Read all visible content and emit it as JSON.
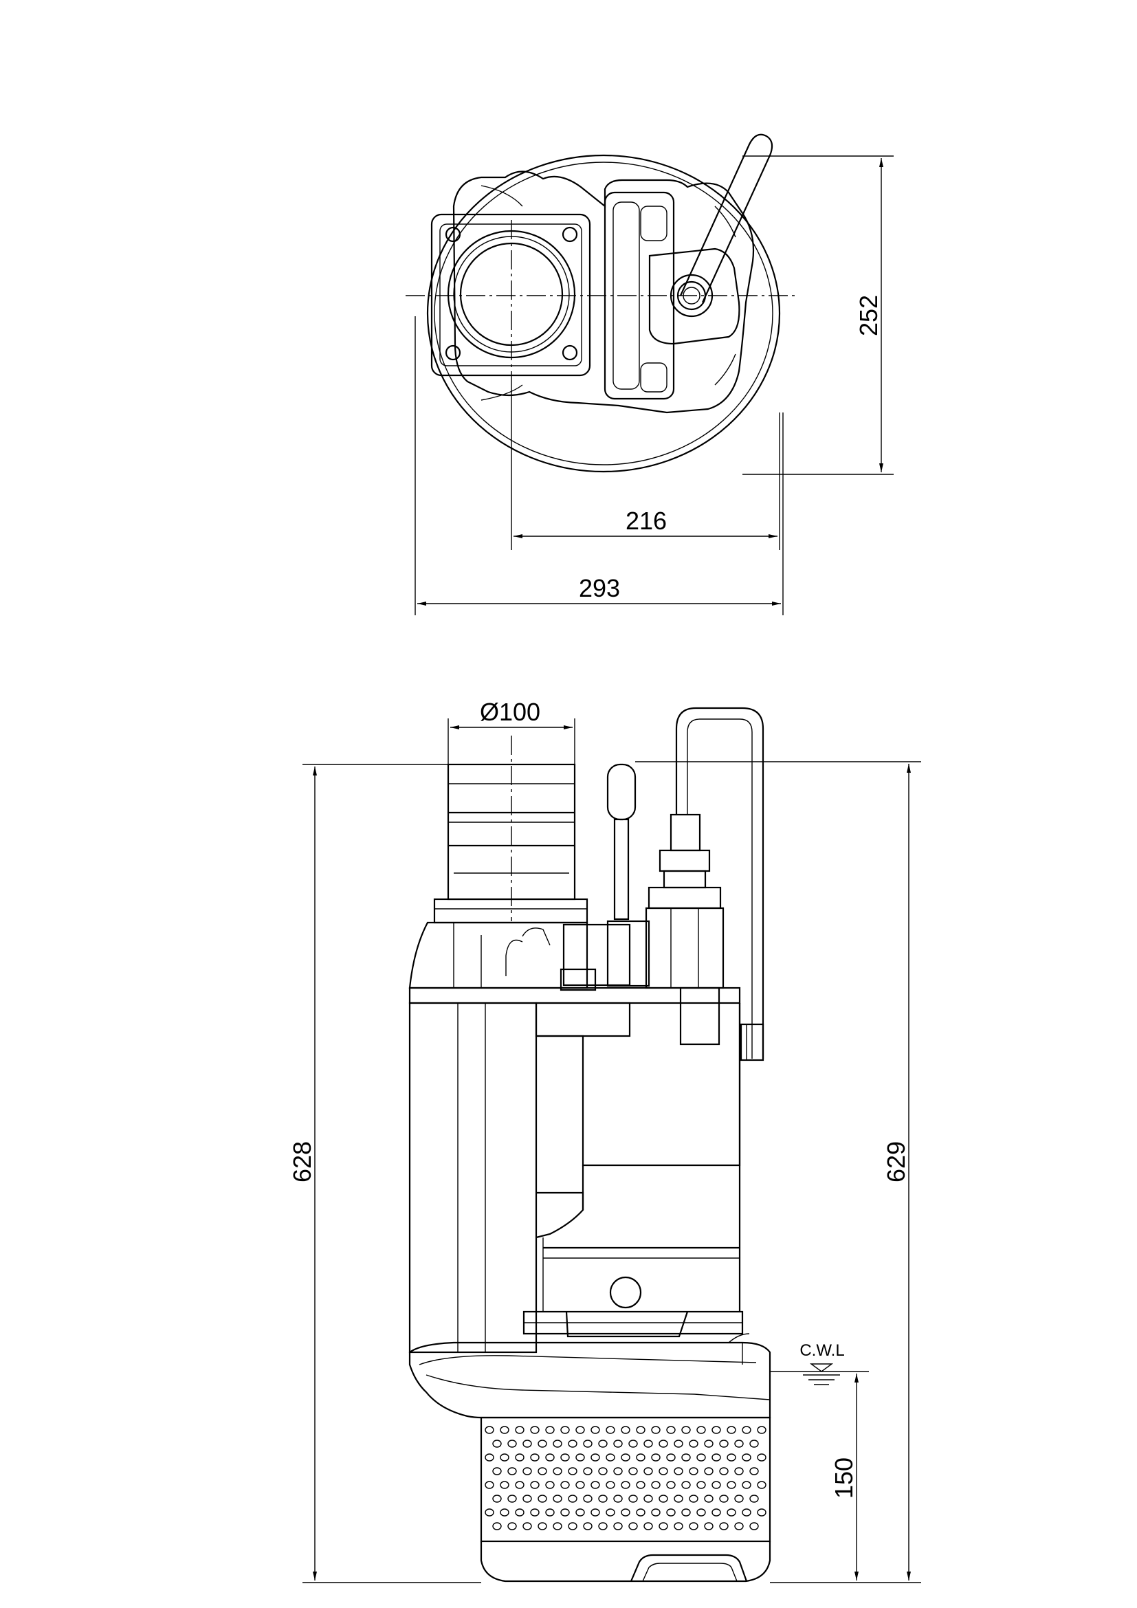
{
  "dimensions": {
    "top_height": "252",
    "top_inner_width": "216",
    "top_overall_width": "293",
    "outlet_diameter": "Ø100",
    "side_left_height": "628",
    "side_right_height": "629",
    "cwl_height": "150"
  },
  "labels": {
    "cwl": "C.W.L"
  }
}
